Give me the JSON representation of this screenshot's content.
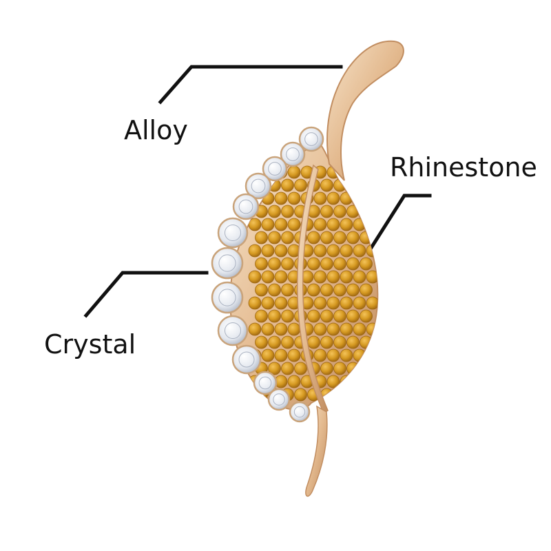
{
  "labels": {
    "alloy": "Alloy",
    "rhinestone": "Rhinestone",
    "crystal": "Crystal"
  },
  "colors": {
    "background": "#ffffff",
    "label_text": "#111111",
    "leader_line": "#111111",
    "gold_metal": "#e3b98e",
    "gold_highlight": "#f6e2c8",
    "gold_shadow": "#c18d60",
    "rhinestone": "#d69a22",
    "rhinestone_light": "#f4c35a",
    "rhinestone_dark": "#9c6510",
    "crystal": "#eef1f6",
    "crystal_edge": "#a9b1c0"
  }
}
